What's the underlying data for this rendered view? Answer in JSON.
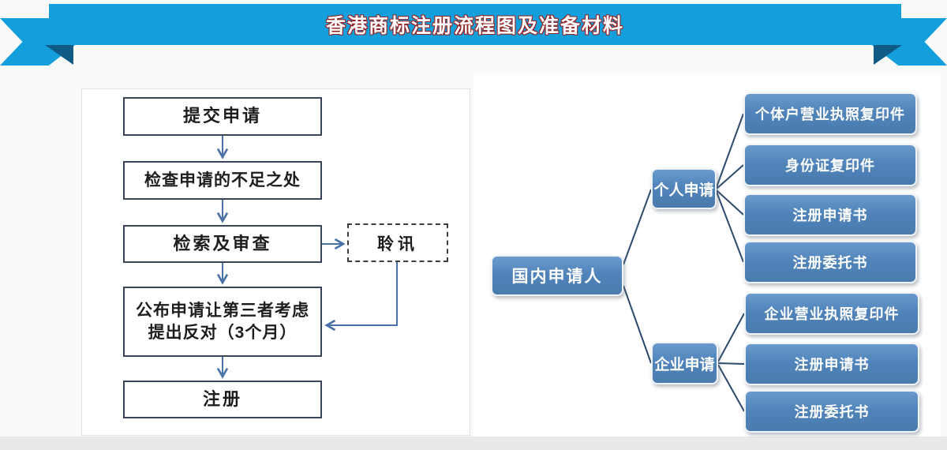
{
  "banner": {
    "title": "香港商标注册流程图及准备材料"
  },
  "colors": {
    "ribbon_blue": "#129fdc",
    "ribbon_fold": "#0f5b85",
    "title_fill": "#ffffff",
    "title_outline": "#942222",
    "flow_box_border": "#3a4458",
    "flow_arrow": "#4a72a6",
    "tree_line": "#2d4a6d",
    "tree_node_blue": "#5084ba"
  },
  "flowchart": {
    "steps": [
      {
        "label": "提交申请"
      },
      {
        "label": "检查申请的不足之处"
      },
      {
        "label": "检索及审查"
      },
      {
        "line1": "公布申请让第三者考虑",
        "line2": "提出反对（3个月）"
      },
      {
        "label": "注册"
      }
    ],
    "hearing_label": "聆讯"
  },
  "tree": {
    "root_label": "国内申请人",
    "branches": [
      {
        "label": "个人申请",
        "children": [
          "个体户营业执照复印件",
          "身份证复印件",
          "注册申请书",
          "注册委托书"
        ]
      },
      {
        "label": "企业申请",
        "children": [
          "企业营业执照复印件",
          "注册申请书",
          "注册委托书"
        ]
      }
    ]
  }
}
